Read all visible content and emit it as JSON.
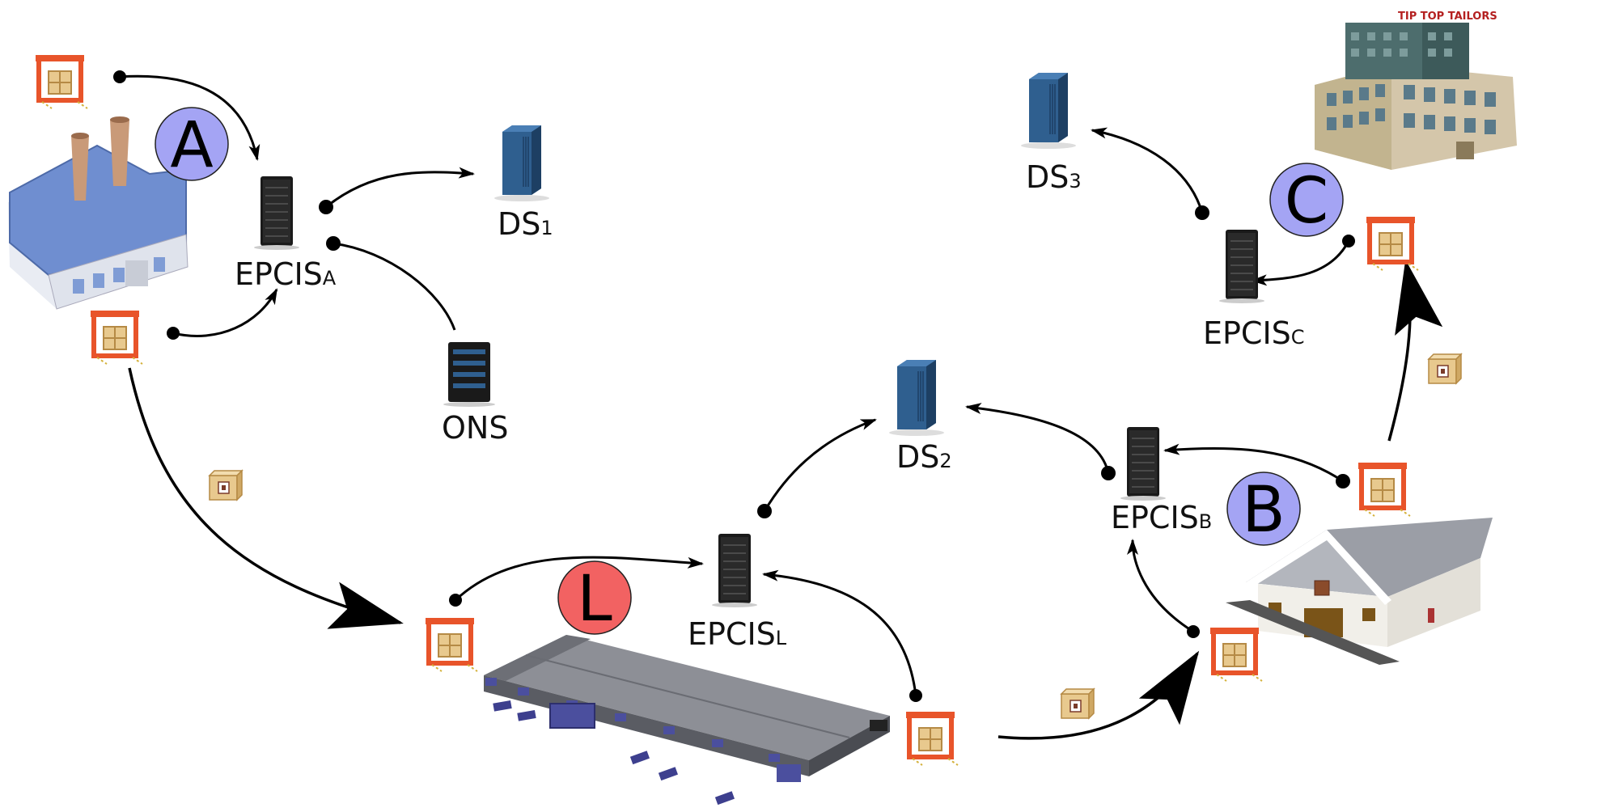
{
  "badges": {
    "a": {
      "letter": "A",
      "color": "#a4a4f4"
    },
    "b": {
      "letter": "B",
      "color": "#a4a4f4"
    },
    "c": {
      "letter": "C",
      "color": "#a4a4f4"
    },
    "l": {
      "letter": "L",
      "color": "#f26262"
    }
  },
  "epcis": {
    "a": {
      "label": "EPCIS",
      "sub": "A"
    },
    "b": {
      "label": "EPCIS",
      "sub": "B"
    },
    "c": {
      "label": "EPCIS",
      "sub": "C"
    },
    "l": {
      "label": "EPCIS",
      "sub": "L"
    }
  },
  "discovery": {
    "ds1": {
      "label": "DS",
      "sub": "1"
    },
    "ds2": {
      "label": "DS",
      "sub": "2"
    },
    "ds3": {
      "label": "DS",
      "sub": "3"
    }
  },
  "ons": {
    "label": "ONS"
  },
  "building_sign": {
    "text": "TIP TOP TAILORS"
  },
  "colors": {
    "reader_frame": "#e8542a",
    "box": "#e8c98e",
    "server_dark": "#1a1a1a",
    "server_blue": "#2f5f8f",
    "arrow": "#000000"
  },
  "icons": [
    "factory-icon",
    "warehouse-icon",
    "logistics-hub-icon",
    "office-building-icon",
    "rfid-reader-icon",
    "package-icon",
    "server-icon"
  ]
}
